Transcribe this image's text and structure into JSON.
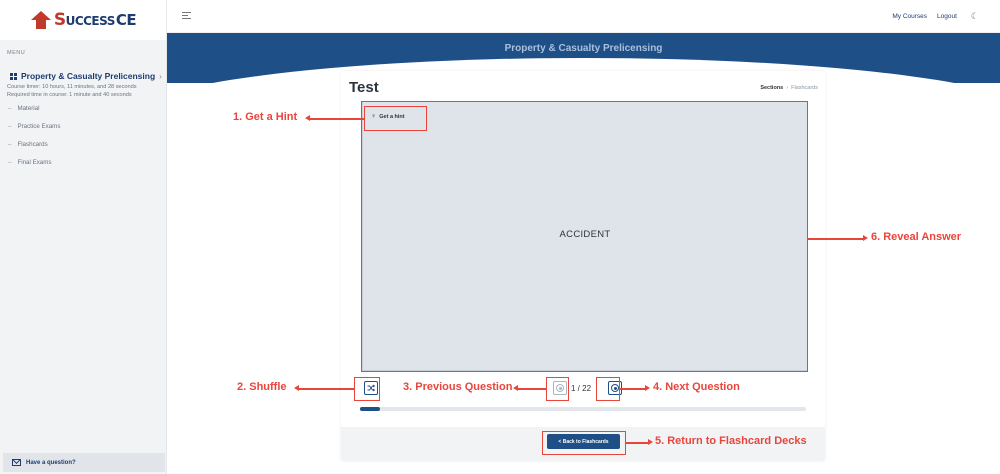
{
  "brand": {
    "logo_text": "SuccessCE",
    "logo_first": "S",
    "logo_rest": "UCCESS",
    "logo_ce": "CE"
  },
  "sidebar": {
    "menu_label": "MENU",
    "course_title": "Property & Casualty Prelicensing",
    "course_timer": "Course timer: 10 hours, 11 minutes, and 28 seconds",
    "required_time": "Required time in course: 1 minute and 40 seconds",
    "items": [
      {
        "label": "Material"
      },
      {
        "label": "Practice Exams"
      },
      {
        "label": "Flashcards"
      },
      {
        "label": "Final Exams"
      }
    ],
    "question_label": "Have a question?"
  },
  "topbar": {
    "my_courses": "My Courses",
    "logout": "Logout"
  },
  "banner": {
    "title": "Property & Casualty Prelicensing"
  },
  "card": {
    "title": "Test",
    "breadcrumb": [
      "Sections",
      "Flashcards"
    ],
    "hint_label": "Get a hint",
    "flashcard_text": "ACCIDENT",
    "counter": "1 / 22",
    "progress": 0.045,
    "back_label": "< Back to Flashcards"
  },
  "annotations": {
    "hint": "1. Get a Hint",
    "shuffle": "2. Shuffle",
    "previous": "3. Previous Question",
    "next": "4. Next Question",
    "return": "5. Return to Flashcard Decks",
    "reveal": "6.  Reveal Answer"
  },
  "colors": {
    "brand_blue": "#1f4f87",
    "annotation_red": "#e8453c",
    "card_bg": "#dfe4ea"
  }
}
